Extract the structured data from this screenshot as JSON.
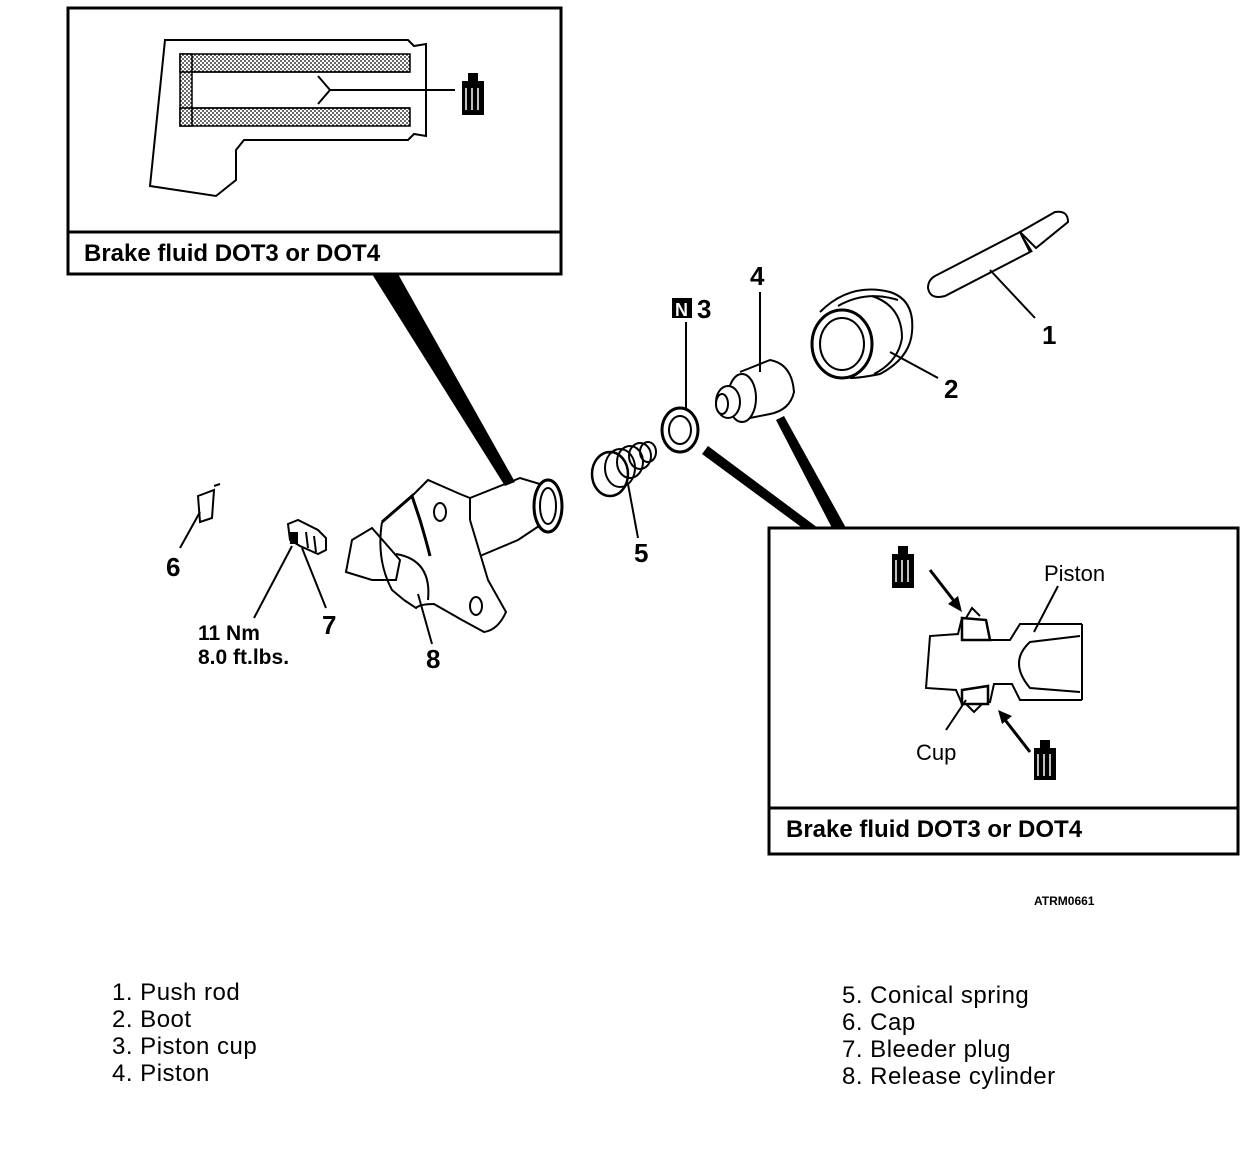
{
  "inset_top": {
    "caption": "Brake fluid DOT3 or DOT4"
  },
  "inset_bottom": {
    "caption": "Brake fluid DOT3 or DOT4",
    "label_piston": "Piston",
    "label_cup": "Cup"
  },
  "callouts": {
    "c1": "1",
    "c2": "2",
    "c3": "3",
    "c3_badge": "N",
    "c4": "4",
    "c5": "5",
    "c6": "6",
    "c7": "7",
    "c8": "8"
  },
  "torque": {
    "line1": "11 Nm",
    "line2": "8.0 ft.lbs."
  },
  "figure_code": "ATRM0661",
  "legend_left": [
    "1. Push rod",
    "2. Boot",
    "3. Piston cup",
    "4. Piston"
  ],
  "legend_right": [
    "5. Conical spring",
    "6. Cap",
    "7. Bleeder plug",
    "8. Release cylinder"
  ]
}
